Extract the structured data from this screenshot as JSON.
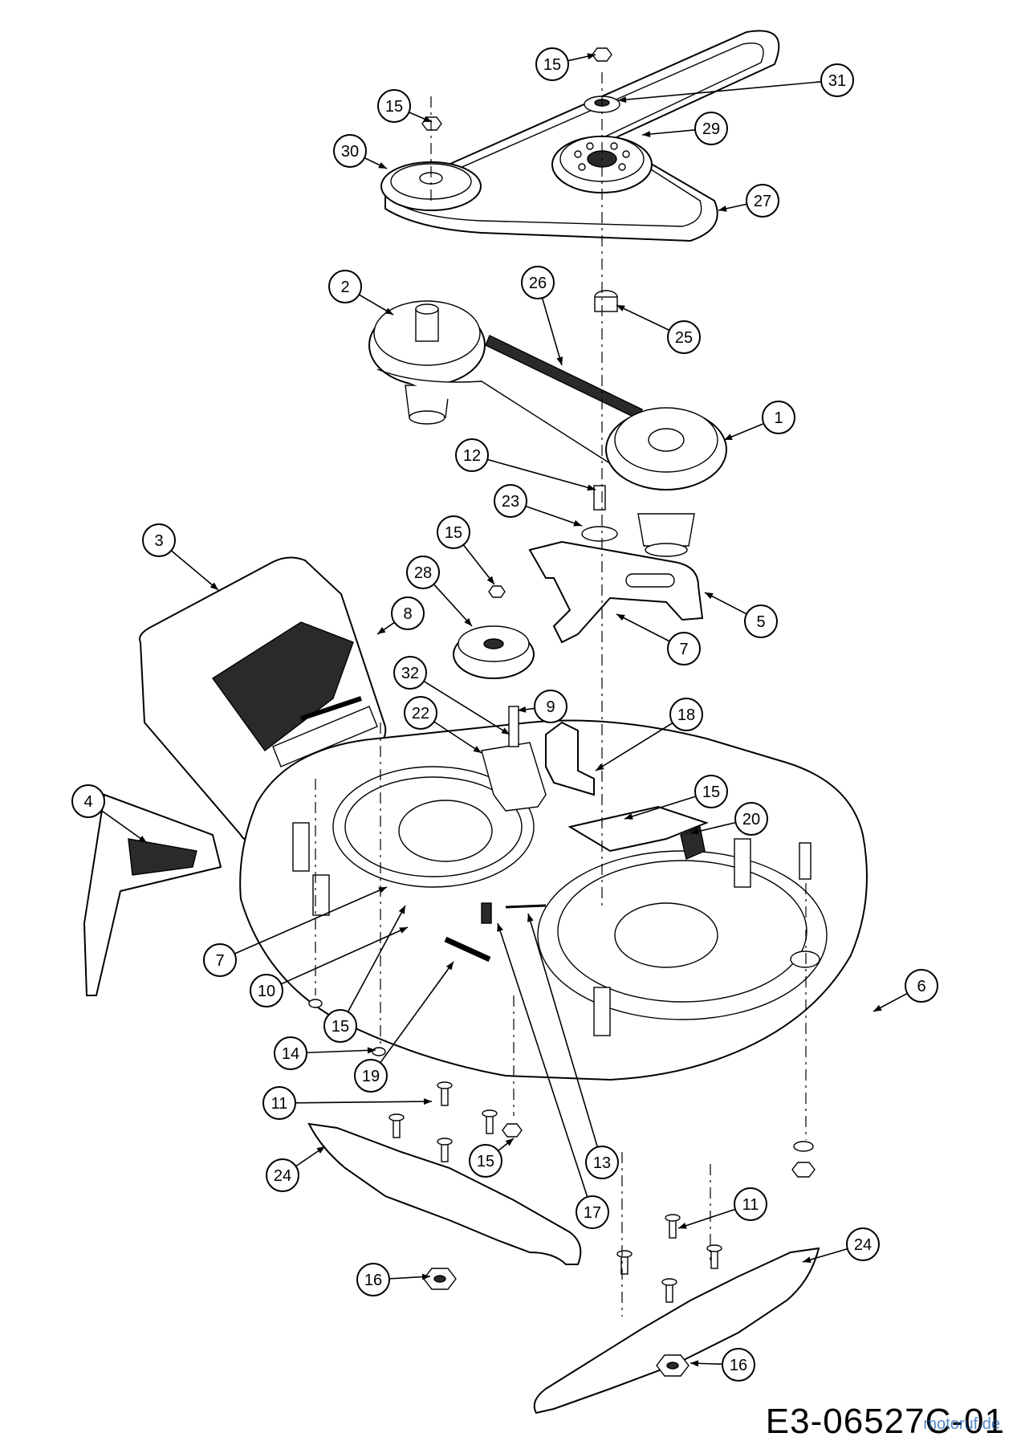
{
  "drawing_code": "E3-06527C-01",
  "watermark_text": "motoruf.de",
  "colors": {
    "line": "#000000",
    "background": "#ffffff",
    "watermark": "#1e5fb3"
  },
  "callouts": [
    {
      "label": "15"
    },
    {
      "label": "31"
    },
    {
      "label": "15"
    },
    {
      "label": "29"
    },
    {
      "label": "30"
    },
    {
      "label": "27"
    },
    {
      "label": "2"
    },
    {
      "label": "26"
    },
    {
      "label": "25"
    },
    {
      "label": "1"
    },
    {
      "label": "12"
    },
    {
      "label": "23"
    },
    {
      "label": "3"
    },
    {
      "label": "15"
    },
    {
      "label": "28"
    },
    {
      "label": "8"
    },
    {
      "label": "5"
    },
    {
      "label": "7"
    },
    {
      "label": "32"
    },
    {
      "label": "9"
    },
    {
      "label": "18"
    },
    {
      "label": "22"
    },
    {
      "label": "4"
    },
    {
      "label": "15"
    },
    {
      "label": "20"
    },
    {
      "label": "6"
    },
    {
      "label": "7"
    },
    {
      "label": "10"
    },
    {
      "label": "15"
    },
    {
      "label": "14"
    },
    {
      "label": "19"
    },
    {
      "label": "11"
    },
    {
      "label": "15"
    },
    {
      "label": "13"
    },
    {
      "label": "24"
    },
    {
      "label": "17"
    },
    {
      "label": "11"
    },
    {
      "label": "24"
    },
    {
      "label": "16"
    },
    {
      "label": "16"
    }
  ]
}
